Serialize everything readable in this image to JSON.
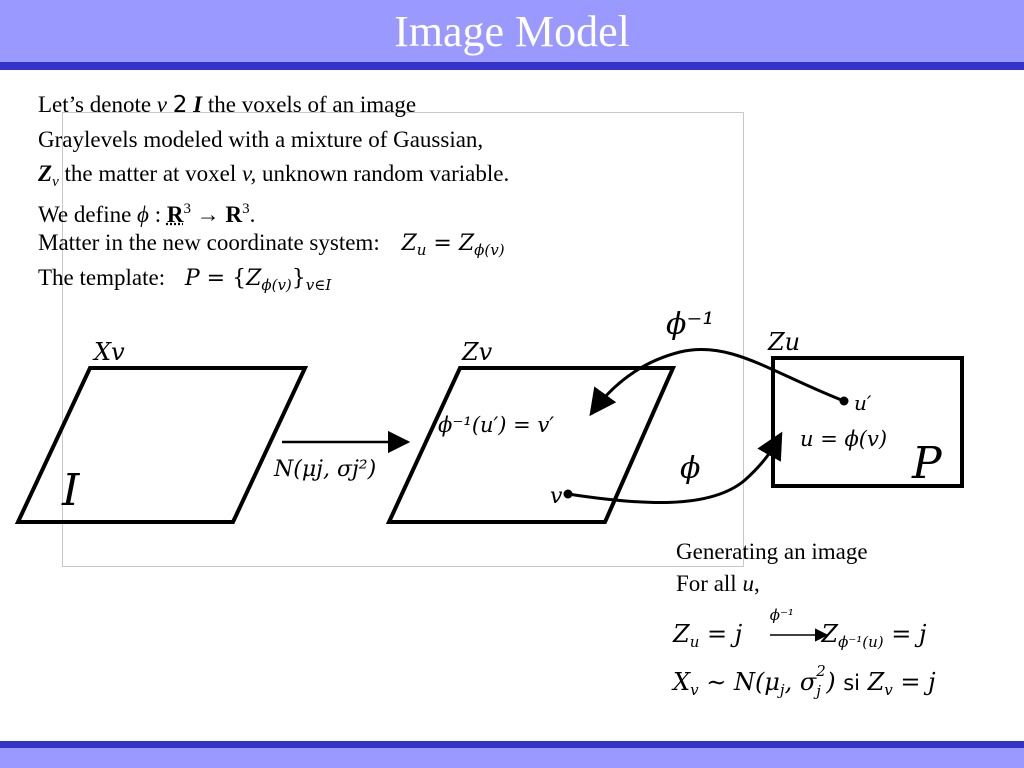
{
  "slide": {
    "title": "Image Model",
    "accent_colors": {
      "title_fill": "#9999ff",
      "title_rule": "#3333cc",
      "title_text": "#ffffff"
    }
  },
  "bullets": {
    "line1": {
      "a": "Let’s denote ",
      "v": "v",
      "sym": "2",
      "I": "I",
      "b": " the voxels of an image"
    },
    "line2": {
      "text": "Graylevels modeled with a mixture of Gaussian,"
    },
    "line3": {
      "Z": "Z",
      "zsub": "v",
      "a": " the matter at voxel ",
      "v": "v,",
      "b": " unknown random variable."
    },
    "line4": {
      "a": "We define ",
      "phi": "ϕ",
      "colon": " : ",
      "R1": "R",
      "exp1": "3",
      "arrow": " → ",
      "R2": "R",
      "exp2": "3",
      "dot": "."
    },
    "line5": {
      "text": "Matter in the new coordinate system:",
      "Z": "Z",
      "zsub": "u",
      "eq": " = ",
      "Z2": "Z",
      "zsub2": "ϕ(v)"
    },
    "line6": {
      "text": "The template:",
      "P": "P",
      "eq": " = {",
      "Z": "Z",
      "zsub": "ϕ(v)",
      "close": "}",
      "setsub": "v∈I"
    }
  },
  "diagram": {
    "xv_label": "Xv",
    "image_label": "I",
    "zv_label": "Zv",
    "gauss_label": "N(μj, σj²)",
    "inverse_eq": "ϕ⁻¹(u′) = v′",
    "v_label": "v",
    "phi_inv_label": "ϕ⁻¹",
    "phi_label": "ϕ",
    "zu_label": "Zu",
    "u_prime_label": "u′",
    "u_eq": "u = ϕ(v)",
    "template_label": "P"
  },
  "generation": {
    "line1": "Generating an image",
    "line2": {
      "a": "For all ",
      "u": "u",
      "b": ","
    },
    "eq1": {
      "lhs": "Z",
      "lsub": "u",
      "mid": " = j ",
      "over": "ϕ⁻¹",
      "rhs": " Z",
      "rsub": "ϕ⁻¹(u)",
      "tail": " = j"
    },
    "eq2": {
      "lhs": "X",
      "lsub": "v",
      "tilde": " ∼ N(μ",
      "jsub": "j",
      "sig": ", σ",
      "sigsup": "2",
      "sigsub": "j",
      "close": ") ",
      "si": "si",
      "Z": " Z",
      "zsub": "v",
      "tail": " = j"
    }
  }
}
